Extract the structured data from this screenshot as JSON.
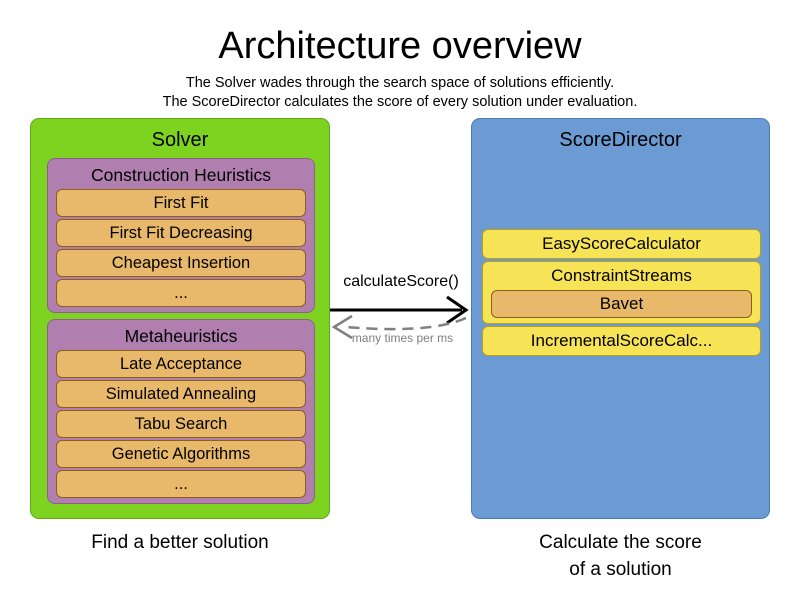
{
  "header": {
    "title": "Architecture overview",
    "subtitle_line_1": "The Solver wades through the search space of solutions efficiently.",
    "subtitle_line_2": "The ScoreDirector calculates the score of every solution under evaluation."
  },
  "solver": {
    "title": "Solver",
    "caption": "Find a better solution",
    "groups": [
      {
        "title": "Construction Heuristics",
        "items": [
          {
            "label": "First Fit"
          },
          {
            "label": "First Fit Decreasing"
          },
          {
            "label": "Cheapest Insertion"
          },
          {
            "label": "..."
          }
        ]
      },
      {
        "title": "Metaheuristics",
        "items": [
          {
            "label": "Late Acceptance"
          },
          {
            "label": "Simulated Annealing"
          },
          {
            "label": "Tabu Search"
          },
          {
            "label": "Genetic Algorithms"
          },
          {
            "label": "..."
          }
        ]
      }
    ]
  },
  "score_director": {
    "title": "ScoreDirector",
    "caption_line_1": "Calculate the score",
    "caption_line_2": "of a solution",
    "calculators": [
      {
        "label": "EasyScoreCalculator",
        "nested": null
      },
      {
        "label": "ConstraintStreams",
        "nested": "Bavet"
      },
      {
        "label": "IncrementalScoreCalc...",
        "nested": null
      }
    ]
  },
  "connections": {
    "forward_label": "calculateScore()",
    "return_label": "many times per ms"
  },
  "colors": {
    "solver_panel": "#7ED321",
    "solver_panel_border": "#5DA814",
    "score_director_panel": "#6B9BD2",
    "score_director_panel_border": "#4A7CB5",
    "group": "#B07FB0",
    "group_border": "#8D5F8D",
    "item_box": "#E8B96A",
    "item_box_border": "#8A6117",
    "score_box": "#F7E356",
    "score_box_border": "#B8A117",
    "forward_arrow": "#000000",
    "return_arrow": "#808080",
    "text": "#000000"
  }
}
